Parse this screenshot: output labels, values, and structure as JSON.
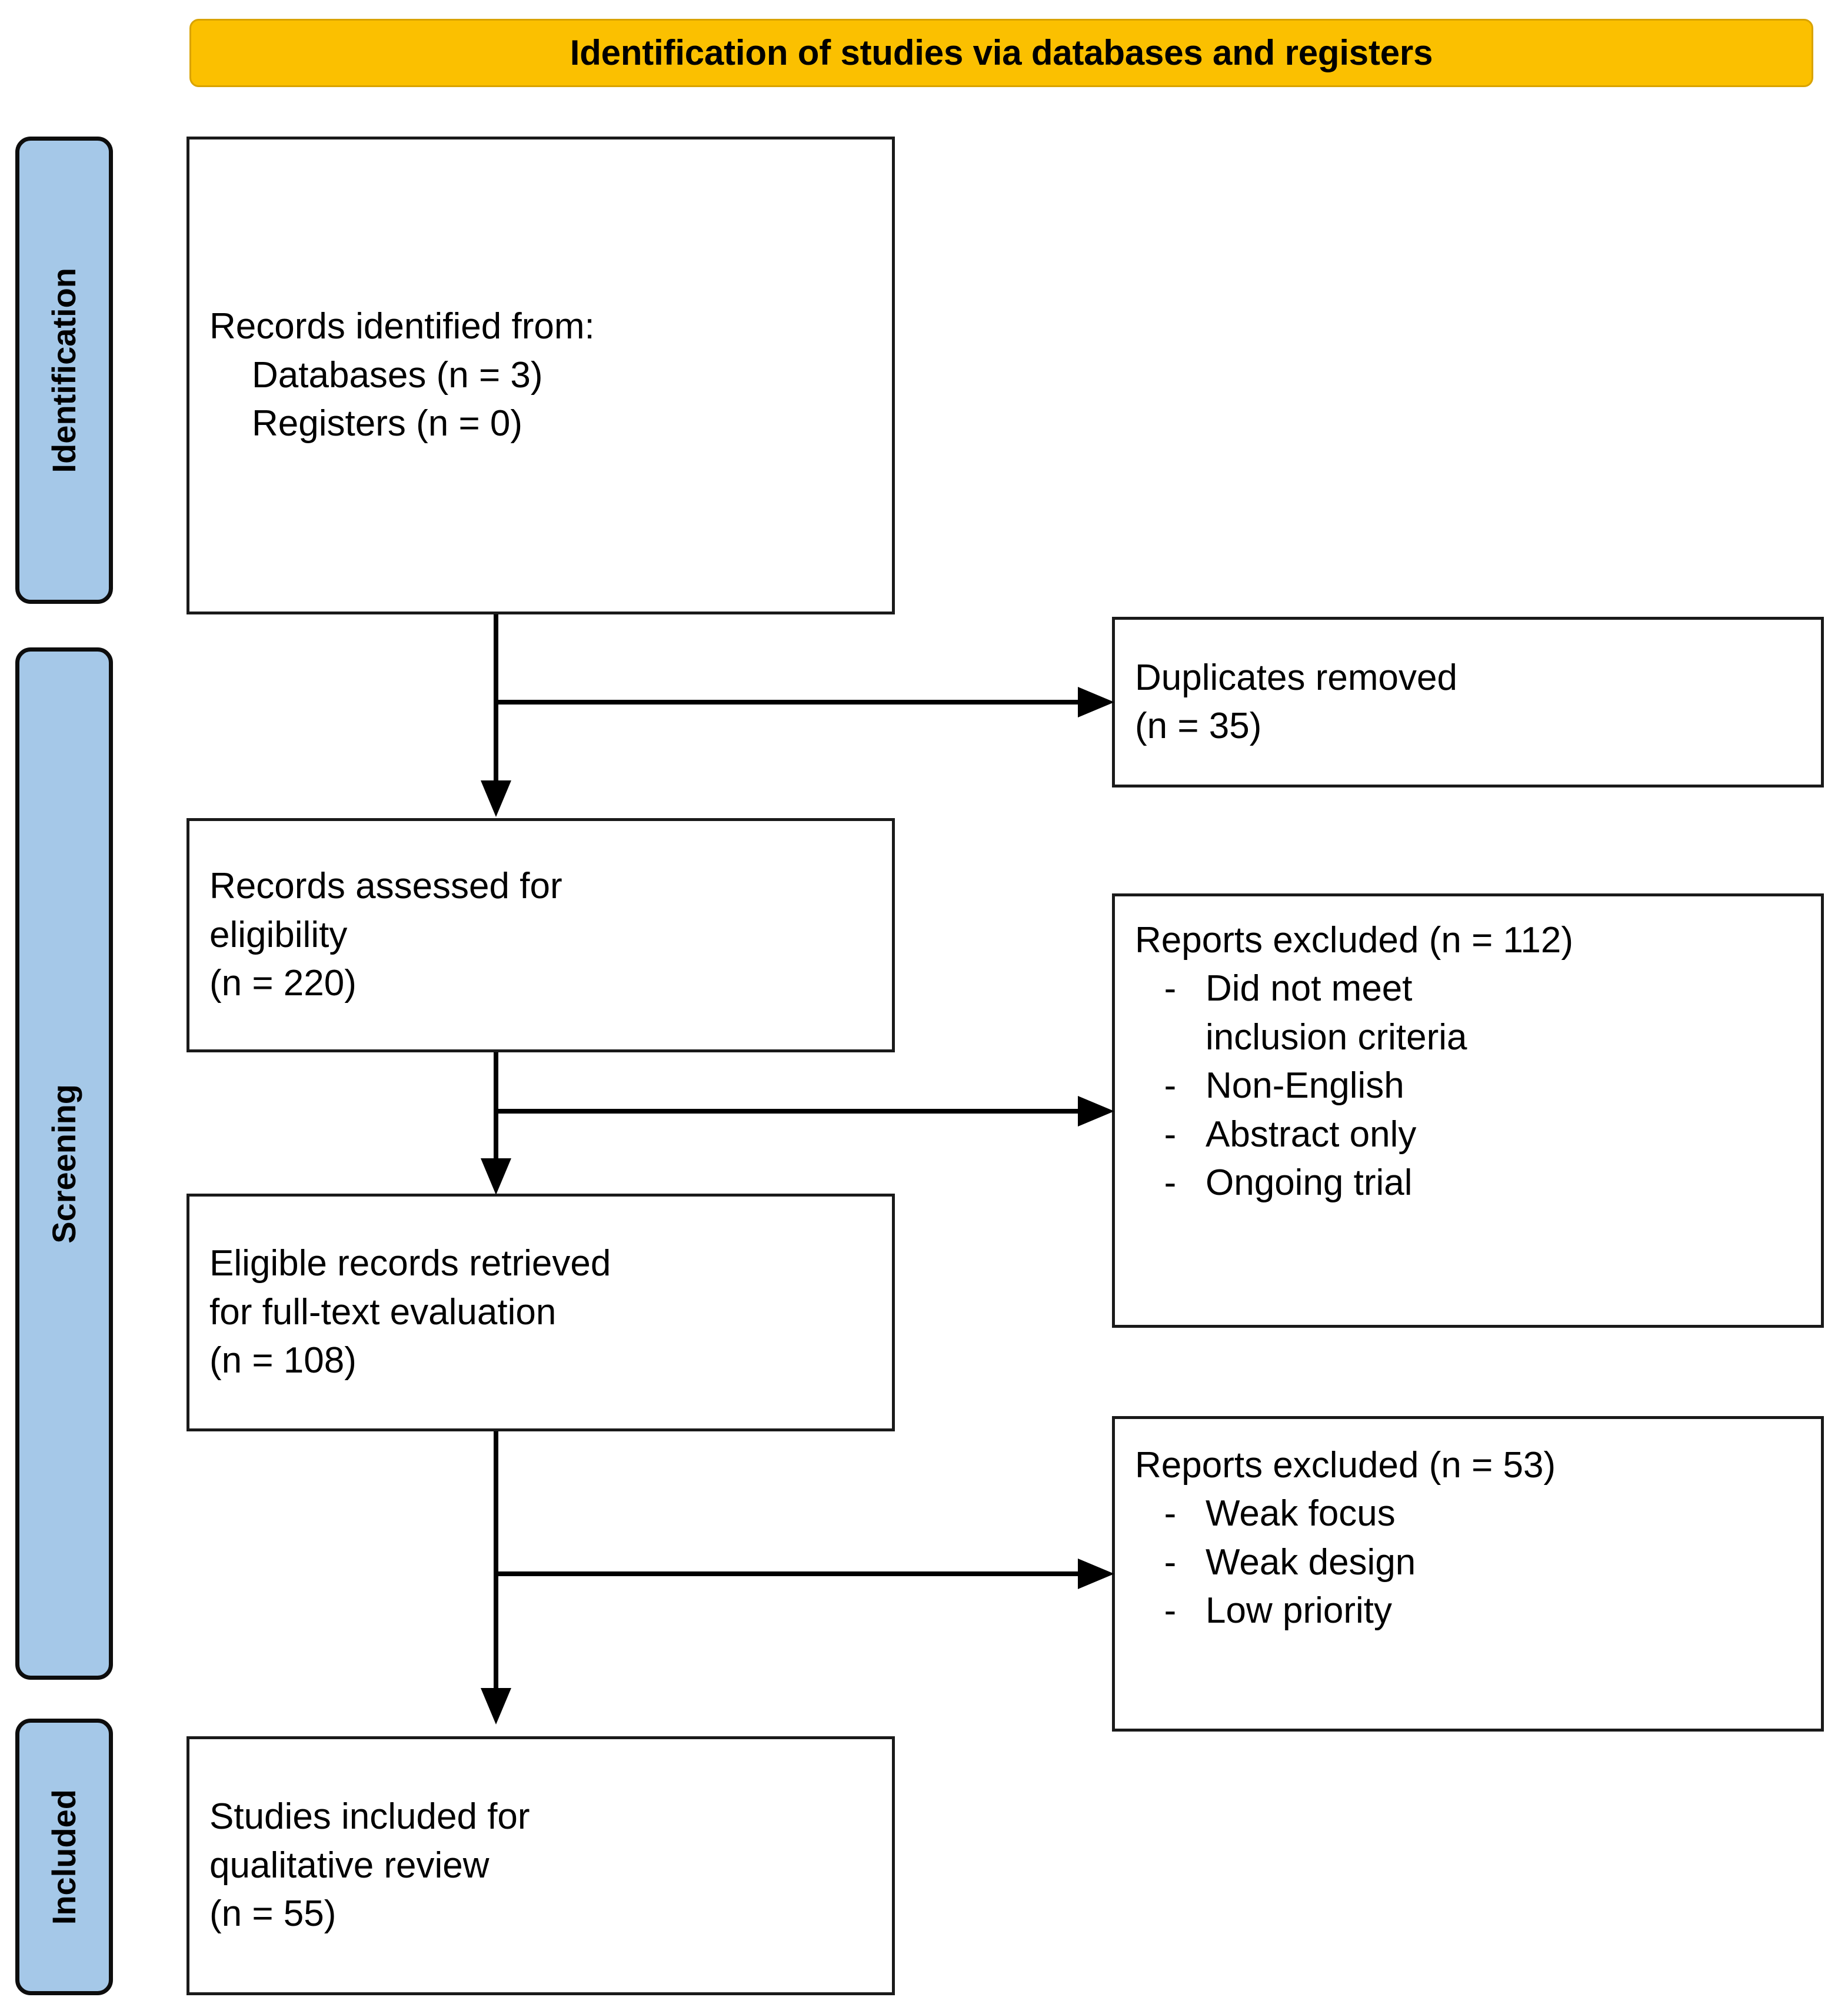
{
  "banner": {
    "title": "Identification of studies via databases and registers",
    "bg_color": "#FBC000",
    "border_color": "#D9A300"
  },
  "rail": {
    "bg_color": "#A5C8E8",
    "border_color": "#0D0D0D",
    "stages": [
      {
        "label": "Identification"
      },
      {
        "label": "Screening"
      },
      {
        "label": "Included"
      }
    ]
  },
  "flow": {
    "identified": {
      "line1": "Records identified from:",
      "line2": "Databases (n = 3)",
      "line3": "Registers (n = 0)"
    },
    "duplicates": {
      "line1": "Duplicates removed",
      "line2": "(n = 35)"
    },
    "assessed": {
      "line1": "Records assessed for",
      "line2": "eligibility",
      "line3": "(n = 220)"
    },
    "excluded_screening": {
      "heading": "Reports excluded (n = 112)",
      "dash": "-",
      "reasons": [
        "Did not meet\ninclusion criteria",
        "Non-English",
        "Abstract only",
        "Ongoing trial"
      ]
    },
    "retrieved": {
      "line1": "Eligible records retrieved",
      "line2": "for full-text evaluation",
      "line3": "(n = 108)"
    },
    "excluded_fulltext": {
      "heading": "Reports excluded (n = 53)",
      "dash": "-",
      "reasons": [
        "Weak focus",
        "Weak design",
        "Low priority"
      ]
    },
    "included": {
      "line1": "Studies included for",
      "line2": "qualitative review",
      "line3": "(n = 55)"
    }
  }
}
